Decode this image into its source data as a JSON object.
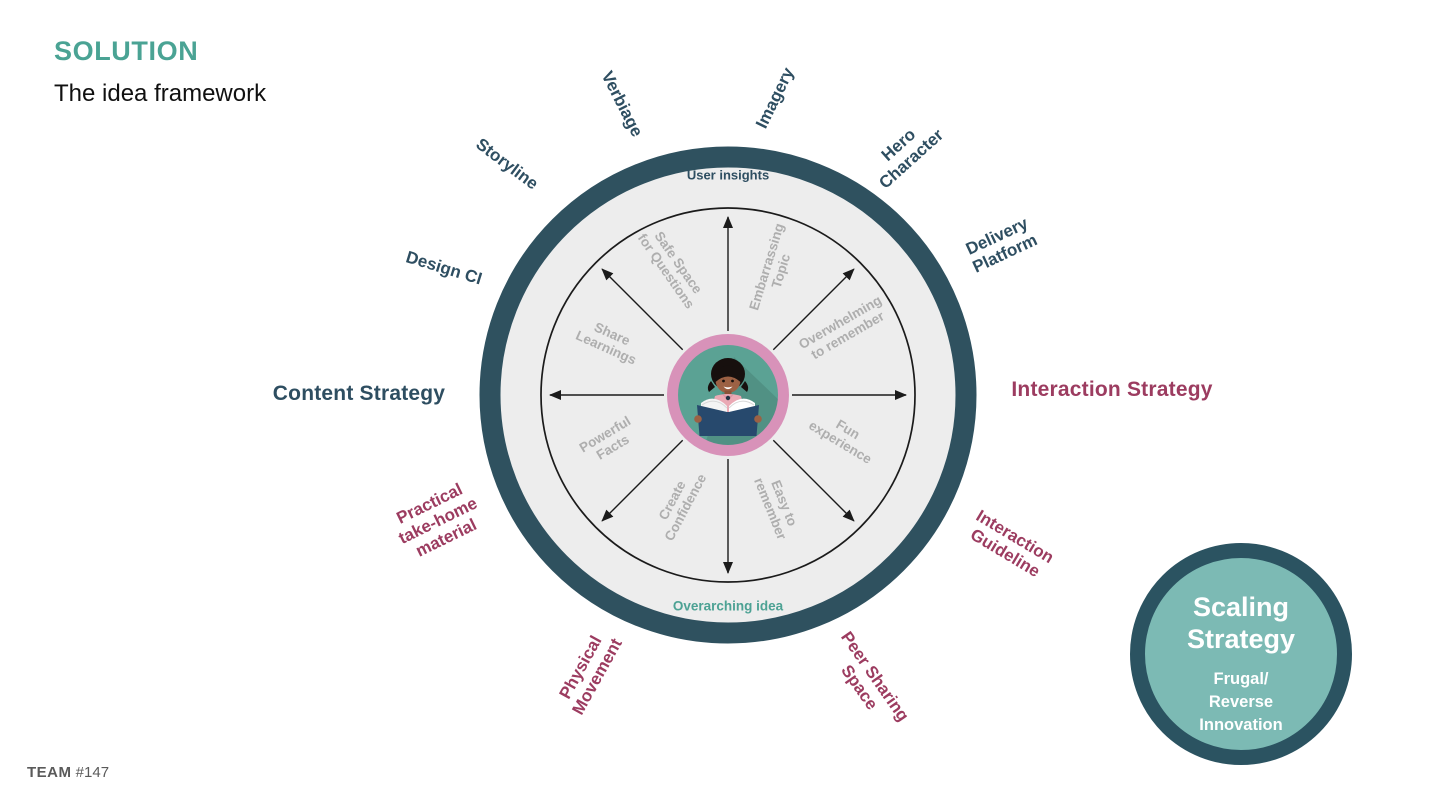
{
  "header": {
    "title": "SOLUTION",
    "subtitle": "The idea framework"
  },
  "wheel": {
    "top_label": "User insights",
    "bottom_label": "Overarching idea",
    "spokes": {
      "safe_space": "Safe Space\nfor Questions",
      "embarrassing_topic": "Embarrassing\nTopic",
      "overwhelming": "Overwhelming\nto remember",
      "fun_experience": "Fun\nexperience",
      "easy_to_remember": "Easy to\nremember",
      "create_confidence": "Create\nConfidence",
      "powerful_facts": "Powerful\nFacts",
      "share_learnings": "Share\nLearnings"
    },
    "outer_labels": {
      "design_ci": "Design CI",
      "storyline": "Storyline",
      "verbiage": "Verbiage",
      "imagery": "Imagery",
      "hero_character": "Hero\nCharacter",
      "delivery_platform": "Delivery\nPlatform",
      "content_strategy": "Content Strategy",
      "interaction_strategy": "Interaction Strategy",
      "practical_take_home_material": "Practical\ntake-home\nmaterial",
      "interaction_guideline": "Interaction\nGuideline",
      "physical_movement": "Physical\nMovement",
      "peer_sharing_space": "Peer Sharing\nSpace"
    }
  },
  "scaling_strategy": {
    "title": "Scaling\nStrategy",
    "subtitle": "Frugal/\nReverse\nInnovation"
  },
  "footer": {
    "team_label": "TEAM",
    "team_number": "#147"
  },
  "colors": {
    "teal_accent": "#4aa394",
    "slate_text": "#2e4e61",
    "maroon_text": "#9c3c60",
    "spoke_gray": "#aeaeae",
    "ring_slate": "#2f515f",
    "wheel_fill": "#ededed",
    "center_pink": "#d892b9",
    "center_teal": "#5ba294",
    "scaling_fill": "#7cbab4",
    "scaling_border": "#2b5361"
  }
}
